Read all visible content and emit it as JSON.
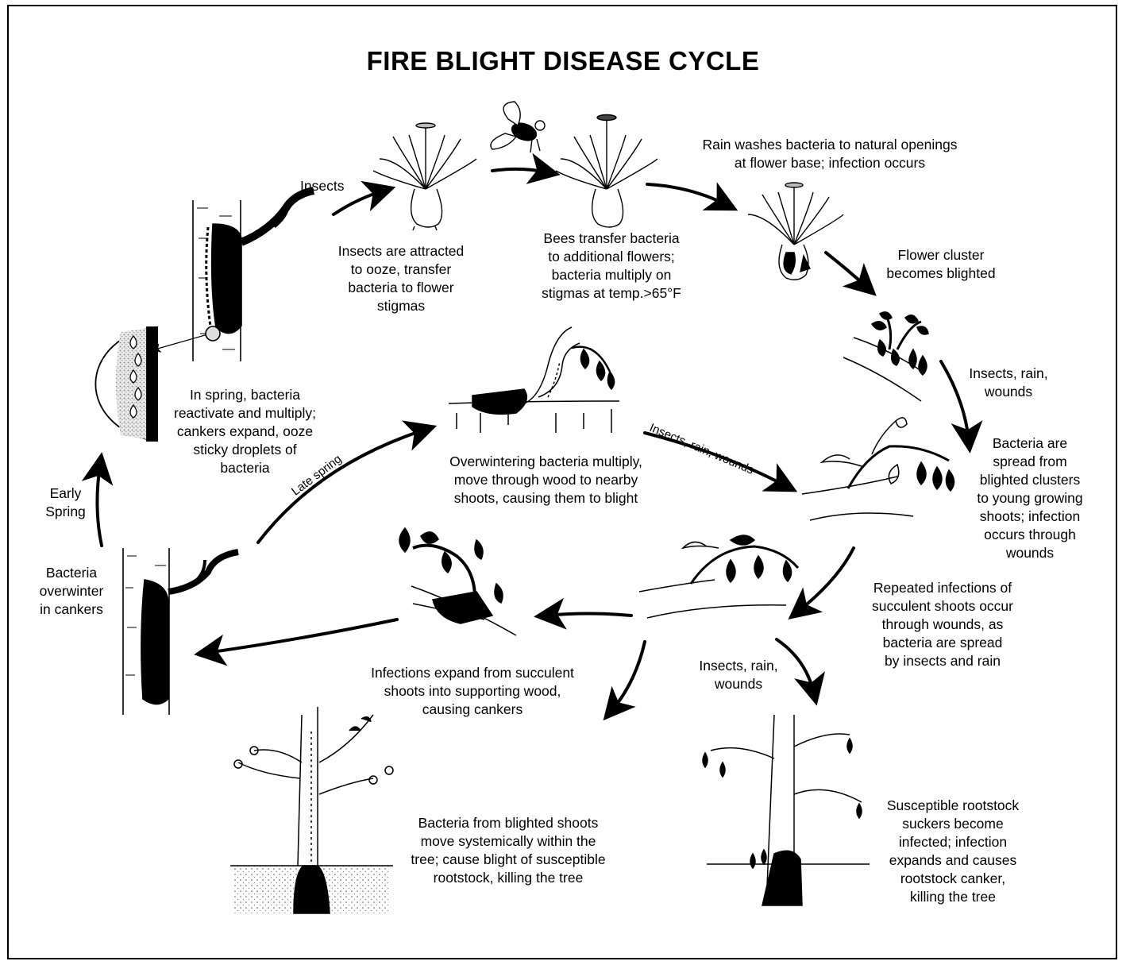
{
  "title": "FIRE BLIGHT DISEASE CYCLE",
  "labels": {
    "insects": "Insects",
    "insects_attracted": "Insects are attracted\nto ooze, transfer\nbacteria to flower\nstigmas",
    "bees_transfer": "Bees transfer bacteria\nto additional flowers;\nbacteria multiply on\nstigmas at temp.>65°F",
    "rain_washes": "Rain washes bacteria to natural openings\nat flower base; infection occurs",
    "flower_cluster": "Flower cluster\nbecomes blighted",
    "insects_rain_wounds_right": "Insects, rain,\nwounds",
    "bacteria_spread": "Bacteria are\nspread from\nblighted clusters\nto young growing\nshoots; infection\noccurs through\nwounds",
    "repeated_infections": "Repeated infections of\nsucculent shoots occur\nthrough wounds, as\nbacteria are spread\nby insects and rain",
    "insects_rain_wounds_bottom": "Insects, rain,\nwounds",
    "susceptible_rootstock": "Susceptible rootstock\nsuckers become\ninfected; infection\nexpands and causes\nrootstock canker,\nkilling the tree",
    "bacteria_systemic": "Bacteria from blighted shoots\nmove systemically within the\ntree; cause blight of susceptible\nrootstock, killing the tree",
    "infections_expand": "Infections expand from succulent\nshoots into supporting wood,\ncausing cankers",
    "overwintering_multiply": "Overwintering bacteria multiply,\nmove through wood to nearby\nshoots, causing them to blight",
    "insects_rain_wounds_diag": "Insects, rain, wounds",
    "late_spring": "Late spring",
    "in_spring": "In spring, bacteria\nreactivate and multiply;\ncankers expand, ooze\nsticky droplets of\nbacteria",
    "early_spring": "Early\nSpring",
    "bacteria_overwinter": "Bacteria\noverwinter\nin cankers"
  }
}
